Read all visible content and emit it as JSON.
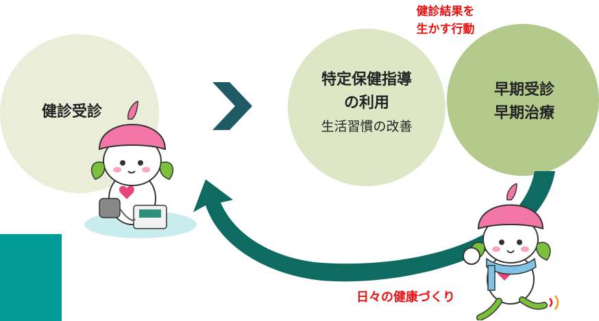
{
  "steps": {
    "checkup": "健診受診",
    "guidance_line1": "特定保健指導",
    "guidance_line2": "の利用",
    "guidance_sub": "生活習慣の改善",
    "treatment_line1": "早期受診",
    "treatment_line2": "早期治療"
  },
  "annotations": {
    "action_line1": "健診結果を",
    "action_line2": "生かす行動",
    "daily": "日々の健康づくり"
  },
  "icons": {
    "arrow": "chevron-right-icon",
    "cycle": "curved-return-arrow-icon",
    "mascot_checkup": "peach-mascot-blood-pressure",
    "mascot_walking": "peach-mascot-walking"
  },
  "colors": {
    "circle_left": "#eaedd8",
    "circle_mid": "#dde6c5",
    "circle_right": "#b4c98c",
    "arrow": "#1f5a66",
    "curve": "#0d6b62",
    "accent_red": "#e8110f",
    "teal_block": "#009b95"
  }
}
